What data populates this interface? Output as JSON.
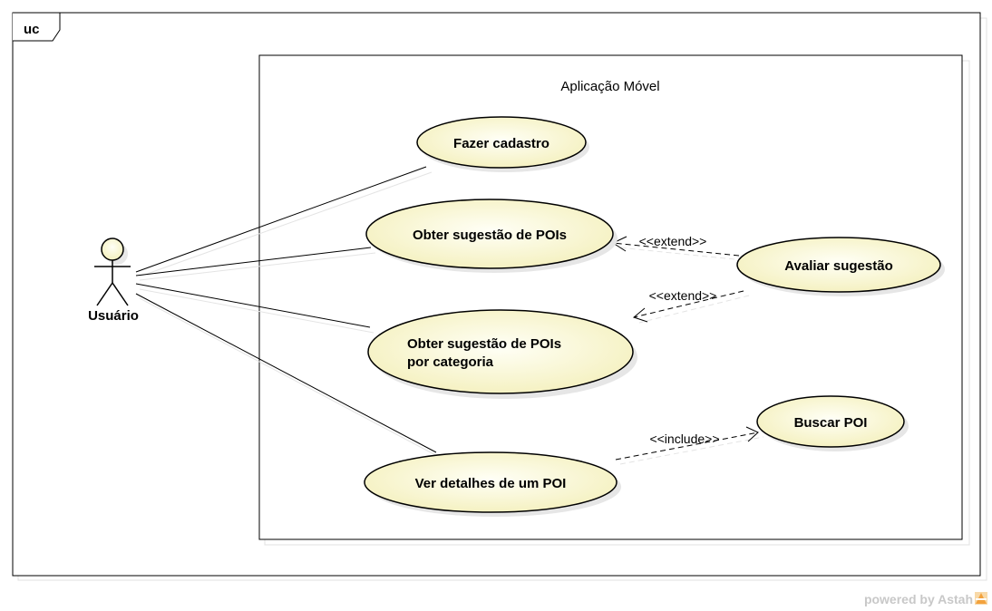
{
  "frame": {
    "tag": "uc"
  },
  "system": {
    "name": "Aplicação Móvel"
  },
  "actor": {
    "name": "Usuário"
  },
  "use_cases": {
    "fazer_cadastro": "Fazer cadastro",
    "obter_sugestao": "Obter sugestão de POIs",
    "obter_sugestao_cat_line1": "Obter sugestão de POIs",
    "obter_sugestao_cat_line2": "por categoria",
    "ver_detalhes": "Ver detalhes de um POI",
    "avaliar_sugestao": "Avaliar sugestão",
    "buscar_poi": "Buscar POI"
  },
  "relations": {
    "extend_1": "<<extend>>",
    "extend_2": "<<extend>>",
    "include_1": "<<include>>"
  },
  "watermark": {
    "text": "powered by Astah"
  },
  "colors": {
    "usecase_fill_light": "#fffff4",
    "usecase_fill_dark": "#f6f3c4",
    "line": "#000000",
    "watermark": "#c8c8c8",
    "logo_orange": "#f3a23c"
  }
}
